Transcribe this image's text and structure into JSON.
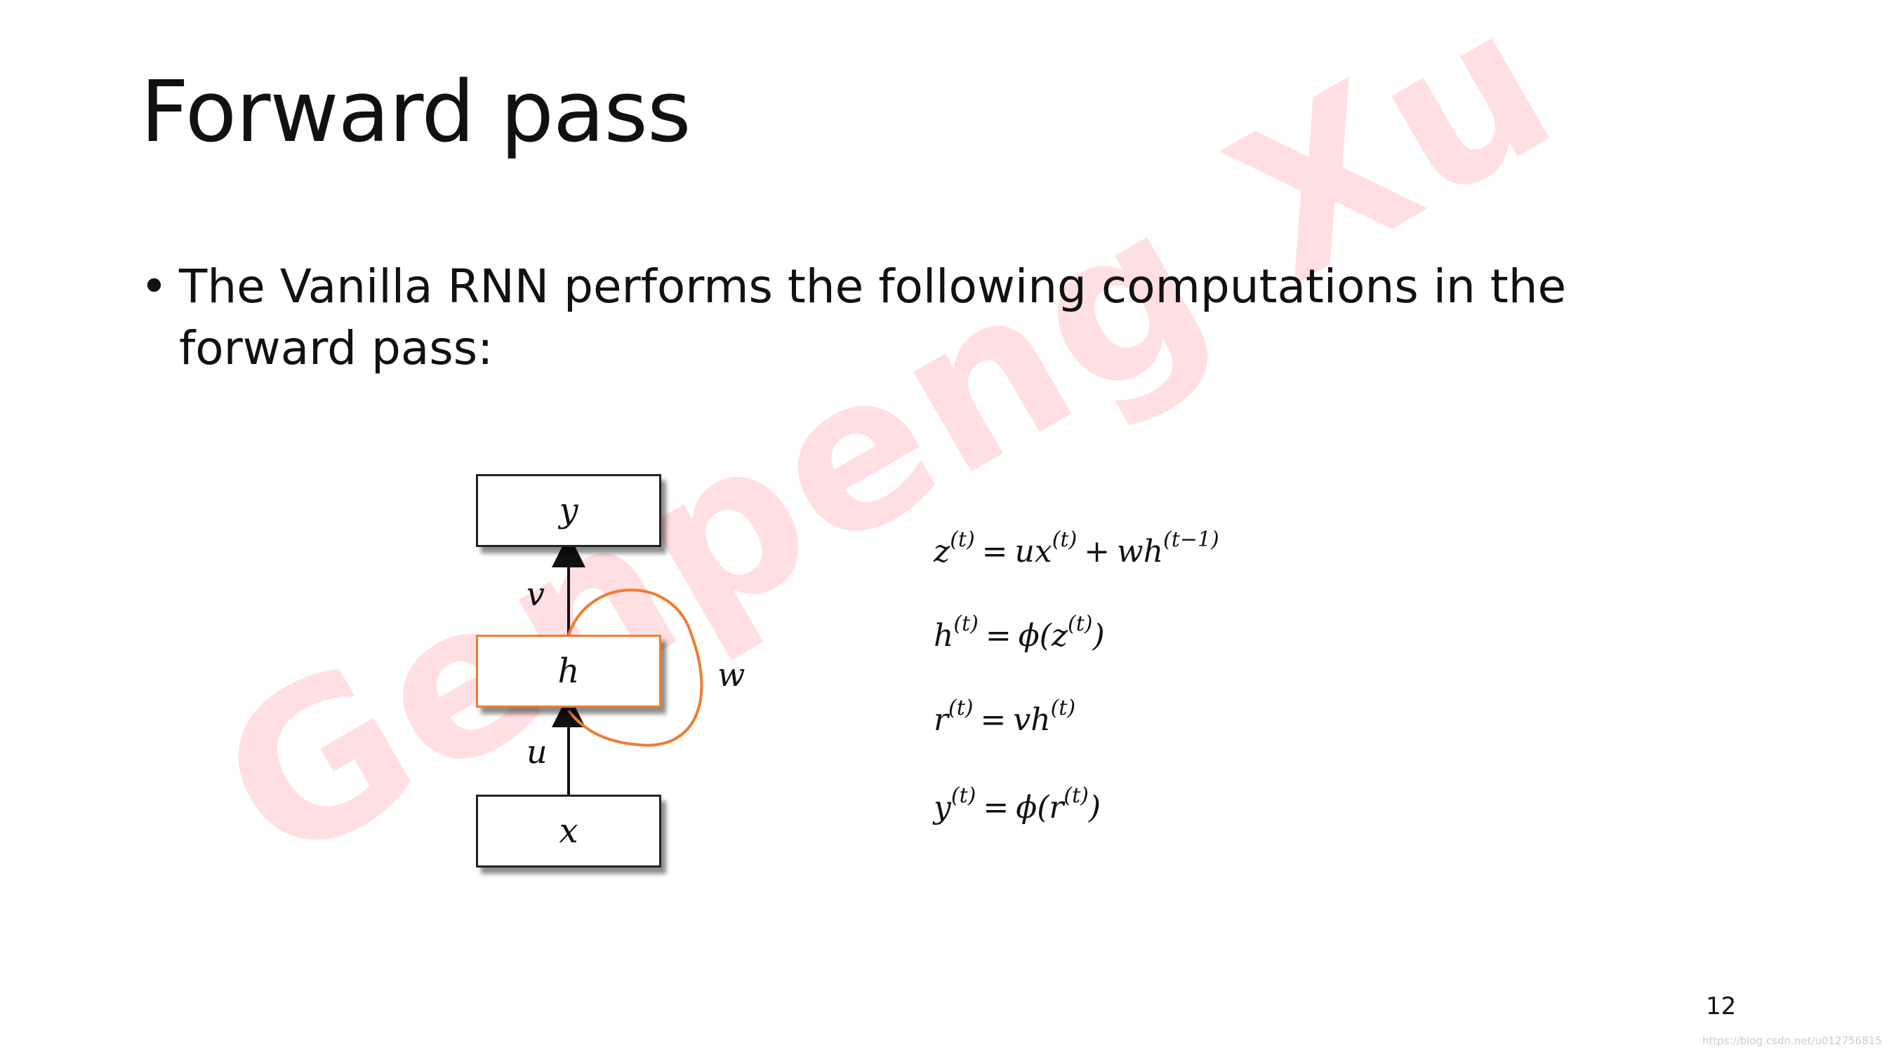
{
  "slide": {
    "title": "Forward pass",
    "bullet": "The Vanilla RNN performs the following computations in the forward pass:",
    "page_number": "12",
    "watermark": "Genpeng Xu",
    "footer_url": "https://blog.csdn.net/u012756815"
  },
  "diagram": {
    "nodes": {
      "output": "y",
      "hidden": "h",
      "input": "x"
    },
    "edges": {
      "hidden_to_output": "v",
      "input_to_hidden": "u",
      "recurrent": "w"
    }
  },
  "equations": [
    {
      "lhs": "z",
      "lhs_sup": "(t)",
      "eq": "=",
      "parts": [
        "ux",
        "(t)",
        "+",
        "wh",
        "(t−1)"
      ]
    },
    {
      "lhs": "h",
      "lhs_sup": "(t)",
      "eq": "=",
      "parts": [
        "ϕ(z",
        "(t)",
        ")"
      ]
    },
    {
      "lhs": "r",
      "lhs_sup": "(t)",
      "eq": "=",
      "parts": [
        "vh",
        "(t)"
      ]
    },
    {
      "lhs": "y",
      "lhs_sup": "(t)",
      "eq": "=",
      "parts": [
        "ϕ(r",
        "(t)",
        ")"
      ]
    }
  ],
  "colors": {
    "accent": "#ed7d31",
    "watermark": "#ff505f"
  }
}
